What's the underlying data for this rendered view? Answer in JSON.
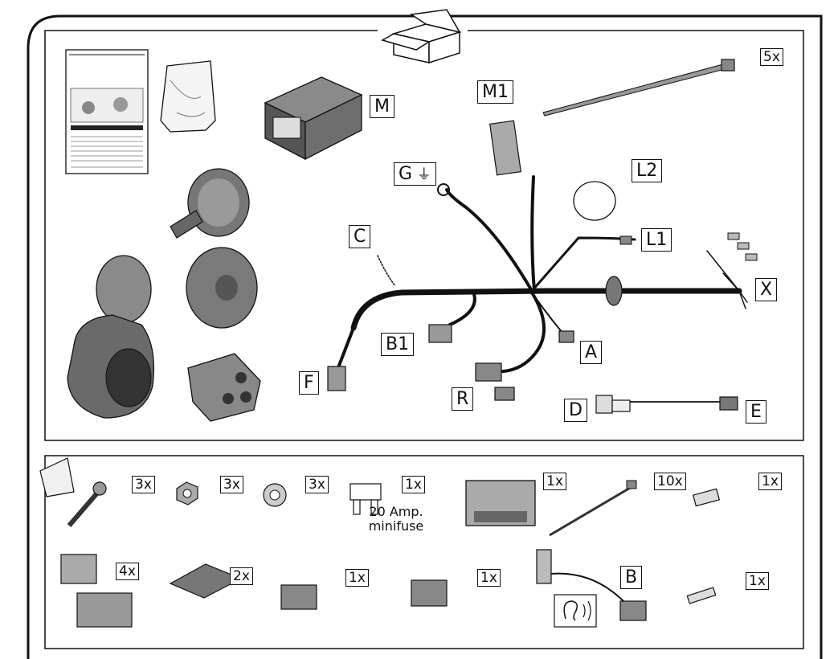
{
  "labels": {
    "M": "M",
    "M1": "M1",
    "G": "G",
    "C": "C",
    "L2": "L2",
    "L1": "L1",
    "X": "X",
    "B1": "B1",
    "A": "A",
    "F": "F",
    "R": "R",
    "D": "D",
    "E": "E",
    "B": "B"
  },
  "quantities": {
    "tie_top": "5x",
    "screw": "3x",
    "nut": "3x",
    "washer": "3x",
    "fuse": "1x",
    "module": "1x",
    "tie_small": "10x",
    "terminal_top": "1x",
    "clip": "4x",
    "tape": "2x",
    "plug_a": "1x",
    "plug_b": "1x",
    "terminal_bottom": "1x"
  },
  "fuse_note": {
    "line1": "20 Amp.",
    "line2": "minifuse"
  },
  "colors": {
    "ink": "#111111",
    "grey_dark": "#555555",
    "grey_mid": "#8a8a8a",
    "grey_light": "#c8c8c8"
  },
  "icons": [
    "box-icon",
    "instructions-icon",
    "bag-icon",
    "ear-signal-icon",
    "ground-symbol-icon"
  ]
}
